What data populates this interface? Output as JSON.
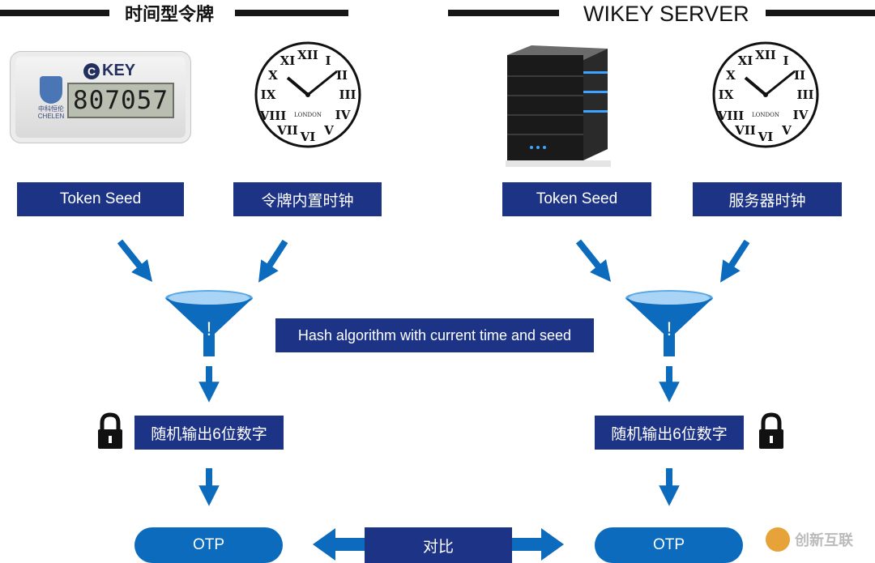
{
  "left": {
    "title": "时间型令牌",
    "token_display": "807057",
    "token_brand": "KEY",
    "token_brand_c": "C",
    "token_maker": "中科恒伦",
    "token_maker_en": "CHELEN",
    "clock_maker": "LONDON",
    "label_seed": "Token  Seed",
    "label_clock": "令牌内置时钟",
    "output": "随机输出6位数字",
    "otp": "OTP"
  },
  "right": {
    "title": "WIKEY SERVER",
    "clock_maker": "LONDON",
    "label_seed": "Token  Seed",
    "label_clock": "服务器时钟",
    "output": "随机输出6位数字",
    "otp": "OTP"
  },
  "center": {
    "hash": "Hash algorithm with current time and seed",
    "compare": "对比"
  },
  "watermark": "创新互联",
  "colors": {
    "navy": "#1d3385",
    "blue": "#0c6bbd",
    "black": "#161616"
  },
  "icons": [
    "lock-icon",
    "funnel-icon",
    "clock-icon",
    "server-icon",
    "token-device-icon",
    "arrow-icon"
  ]
}
